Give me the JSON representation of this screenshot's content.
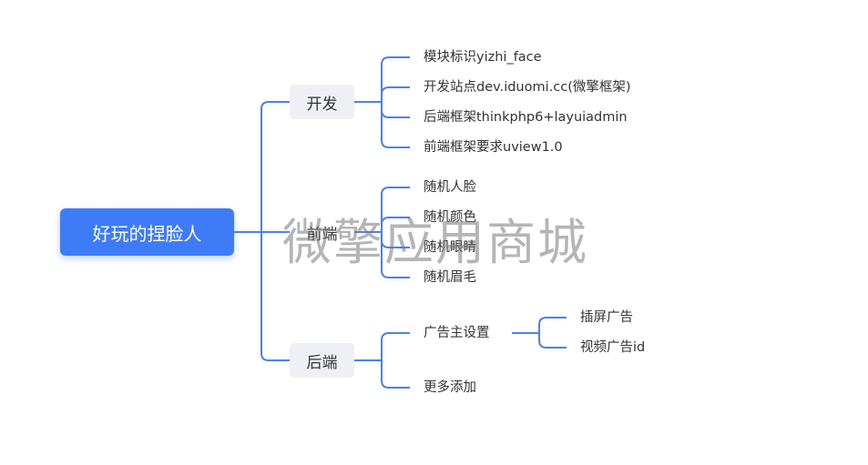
{
  "root": {
    "label": "好玩的捏脸人"
  },
  "branches": {
    "kaifa": {
      "label": "开发",
      "items": [
        "模块标识yizhi_face",
        "开发站点dev.iduomi.cc(微擎框架)",
        "后端框架thinkphp6+layuiadmin",
        "前端框架要求uview1.0"
      ]
    },
    "qianduan": {
      "label": "前端",
      "items": [
        "随机人脸",
        "随机颜色",
        "随机眼睛",
        "随机眉毛"
      ]
    },
    "houduan": {
      "label": "后端",
      "items": [
        {
          "label": "广告主设置",
          "children": [
            "插屏广告",
            "视频广告id"
          ]
        },
        {
          "label": "更多添加"
        }
      ]
    }
  },
  "watermark": "微擎应用商城",
  "colors": {
    "accent": "#3d7bf7",
    "line": "#4a80f0",
    "branch_bg": "#eef0f3"
  }
}
